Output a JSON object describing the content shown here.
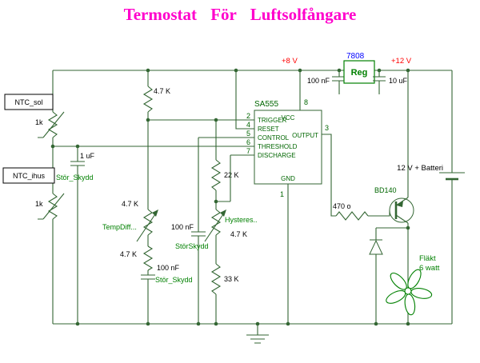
{
  "title": "Termostat För Luftsolfångare",
  "power": {
    "rail_8v": "+8 V",
    "regulator_part": "7808",
    "regulator_name": "Reg",
    "rail_12v": "+12 V",
    "cap_in": "100 nF",
    "cap_out": "10 uF",
    "battery": "12 V + Batteri"
  },
  "sensors": {
    "ntc_sol": {
      "name": "NTC_sol",
      "value": "1k"
    },
    "ntc_ihus": {
      "name": "NTC_ihus",
      "value": "1k"
    }
  },
  "timer": {
    "part": "SA555",
    "lbl_vcc": "VCC",
    "lbl_trigger": "TRIGGER",
    "lbl_reset": "RESET",
    "lbl_control": "CONTROL",
    "lbl_threshold": "THRESHOLD",
    "lbl_discharge": "DISCHARGE",
    "lbl_output": "OUTPUT",
    "lbl_gnd": "GND",
    "pin_vcc": "8",
    "pin_trigger": "2",
    "pin_reset": "4",
    "pin_control": "5",
    "pin_threshold": "6",
    "pin_discharge": "7",
    "pin_output": "3",
    "pin_gnd": "1"
  },
  "components": {
    "r_top": "4.7 K",
    "c_sensor": {
      "value": "1 uF",
      "note": "Stör_Skydd"
    },
    "r_22k": "22 K",
    "pot_tempdiff": {
      "value": "4.7 K",
      "name": "TempDiff..."
    },
    "c_control": {
      "value": "100 nF",
      "note": "StörSkydd"
    },
    "pot_hyst": {
      "name": "Hysteres..",
      "value": "4.7 K"
    },
    "r_mid": "4.7 K",
    "c_mid": {
      "value": "100 nF",
      "note": "Stör_Skydd"
    },
    "r_33k": "33 K",
    "r_base": "470 o",
    "transistor": "BD140",
    "fan_line1": "Fläkt",
    "fan_line2": "6 watt"
  }
}
